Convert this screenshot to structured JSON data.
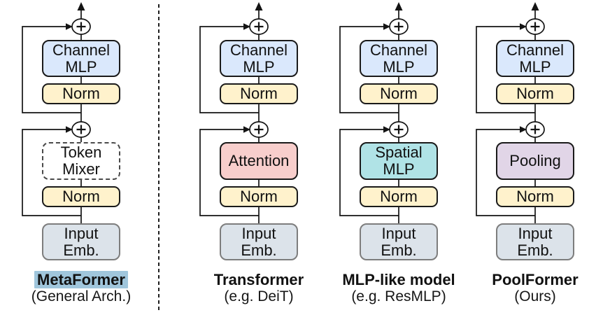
{
  "figure": {
    "background": "#ffffff",
    "wire_color": "#141414",
    "divider": {
      "style": "dashed-vertical"
    },
    "colors": {
      "channel_mlp_fill": "#dae8fc",
      "norm_fill": "#fff2cc",
      "input_fill": "#dce3ea",
      "token_mixer_fill": "#ffffff",
      "attention_fill": "#f8cecc",
      "spatial_mlp_fill": "#b0e3e6",
      "pooling_fill": "#e1d5e7",
      "metaformer_highlight": "#a0c6dc"
    },
    "icons": {
      "add": "plus-in-circle",
      "output_arrow": "arrow-up"
    },
    "columns": [
      {
        "name": "MetaFormer",
        "subtitle": "(General Arch.)",
        "name_highlight": "#a0c6dc",
        "channel_mlp": "Channel\nMLP",
        "norm_top": "Norm",
        "mixer": "Token\nMixer",
        "mixer_fill": "#ffffff",
        "norm_bottom": "Norm",
        "input_emb": "Input\nEmb."
      },
      {
        "name": "Transformer",
        "subtitle": "(e.g. DeiT)",
        "channel_mlp": "Channel\nMLP",
        "norm_top": "Norm",
        "mixer": "Attention",
        "mixer_fill": "#f8cecc",
        "norm_bottom": "Norm",
        "input_emb": "Input\nEmb."
      },
      {
        "name": "MLP-like model",
        "subtitle": "(e.g. ResMLP)",
        "channel_mlp": "Channel\nMLP",
        "norm_top": "Norm",
        "mixer": "Spatial\nMLP",
        "mixer_fill": "#b0e3e6",
        "norm_bottom": "Norm",
        "input_emb": "Input\nEmb."
      },
      {
        "name": "PoolFormer",
        "subtitle": "(Ours)",
        "channel_mlp": "Channel\nMLP",
        "norm_top": "Norm",
        "mixer": "Pooling",
        "mixer_fill": "#e1d5e7",
        "norm_bottom": "Norm",
        "input_emb": "Input\nEmb."
      }
    ]
  }
}
